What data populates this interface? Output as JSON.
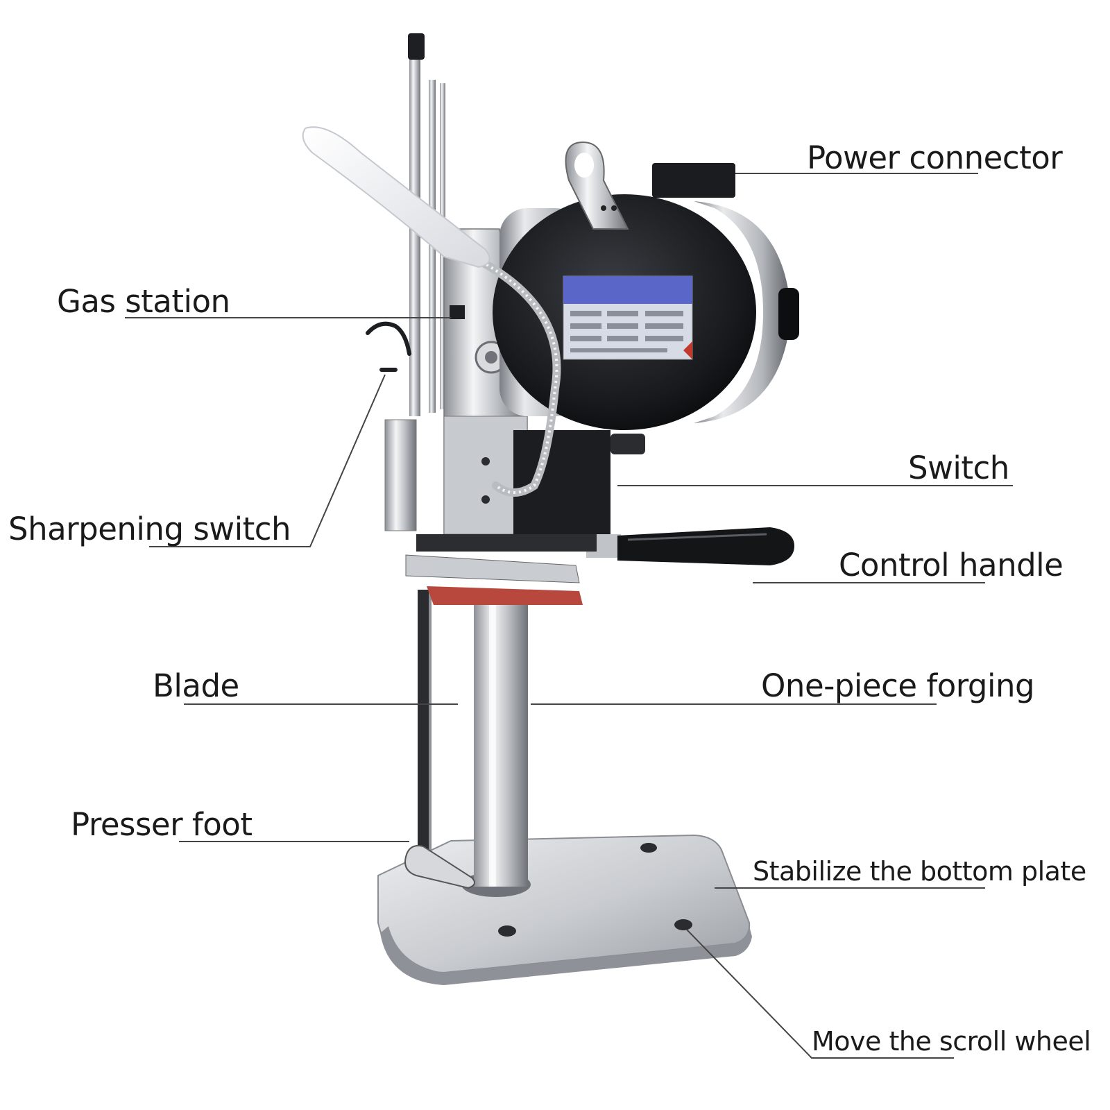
{
  "diagram": {
    "labels": {
      "power_connector": "Power connector",
      "gas_station": "Gas station",
      "switch": "Switch",
      "sharpening_switch": "Sharpening switch",
      "control_handle": "Control handle",
      "blade": "Blade",
      "one_piece_forging": "One-piece forging",
      "presser_foot": "Presser foot",
      "stabilize_bottom_plate": "Stabilize the bottom plate",
      "move_scroll_wheel": "Move the scroll wheel"
    },
    "colors": {
      "chrome": "#c9ccd0",
      "motor_black": "#17191c",
      "nameplate_blue": "#5a66c8",
      "guard_red": "#b8473e",
      "leader_line": "#444444"
    }
  }
}
